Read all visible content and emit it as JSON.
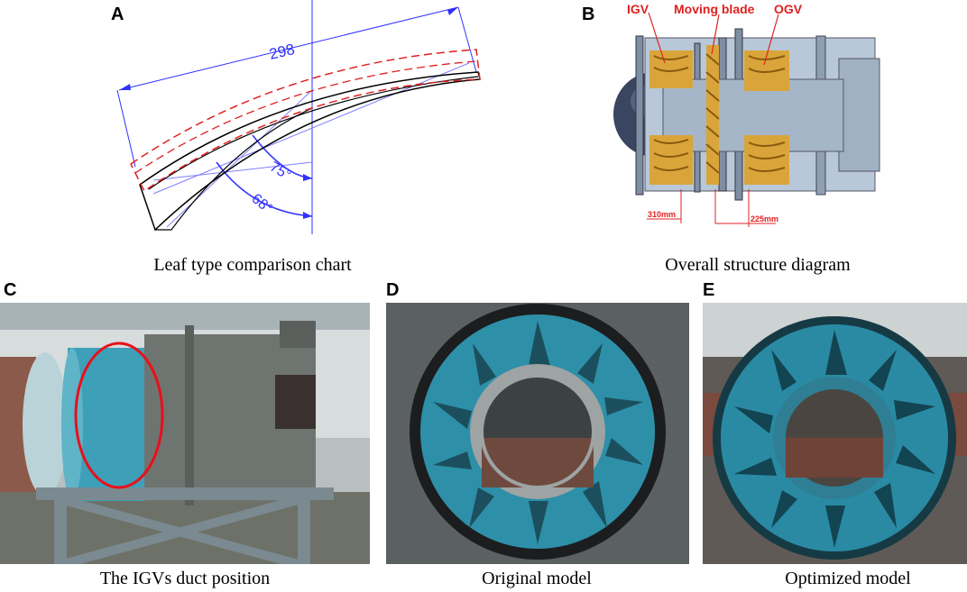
{
  "panels": {
    "a": {
      "letter": "A",
      "caption": "Leaf type comparison chart",
      "dimension_label": "298",
      "angle_label_1": "75°",
      "angle_label_2": "68°"
    },
    "b": {
      "letter": "B",
      "caption": "Overall structure diagram",
      "label_igv": "IGV",
      "label_moving_blade": "Moving blade",
      "label_ogv": "OGV",
      "dim_left": "310mm",
      "dim_right": "225mm"
    },
    "c": {
      "letter": "C",
      "caption": "The IGVs duct position"
    },
    "d": {
      "letter": "D",
      "caption": "Original  model"
    },
    "e": {
      "letter": "E",
      "caption": "Optimized model"
    }
  },
  "colors": {
    "dimension_blue": "#3030ff",
    "optimized_red": "#e02020",
    "outline_black": "#000000",
    "fan_teal": "#2e8fa8",
    "casing_grey": "#6e7470",
    "blade_gold": "#d9a53a",
    "highlight_red": "#e8101a"
  }
}
